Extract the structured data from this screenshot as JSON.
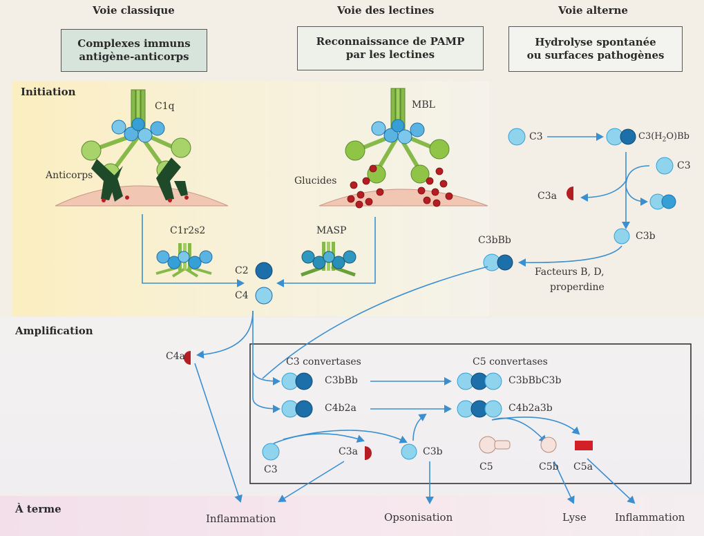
{
  "pathways": {
    "classique": {
      "title": "Voie classique",
      "box_line1": "Complexes immuns",
      "box_line2": "antigène-anticorps"
    },
    "lectines": {
      "title": "Voie des lectines",
      "box_line1": "Reconnaissance de PAMP",
      "box_line2": "par les lectines"
    },
    "alterne": {
      "title": "Voie alterne",
      "box_line1": "Hydrolyse spontanée",
      "box_line2": "ou surfaces pathogènes"
    }
  },
  "sections": {
    "initiation": "Initiation",
    "amplification": "Amplification",
    "terme": "À terme"
  },
  "labels": {
    "c1q": "C1q",
    "anticorps": "Anticorps",
    "mbl": "MBL",
    "glucides": "Glucides",
    "c1r2s2": "C1r2s2",
    "masp": "MASP",
    "c2": "C2",
    "c4": "C4",
    "c4a": "C4a",
    "c3_top": "C3",
    "c3h2o_prefix": "C3(H",
    "c3h2o_sub": "2",
    "c3h2o_suffix": "O)Bb",
    "c3_right": "C3",
    "c3a_right": "C3a",
    "c3b_right": "C3b",
    "c3bbb_top": "C3bBb",
    "facteurs_line1": "Facteurs B, D,",
    "facteurs_line2": "properdine",
    "c3_convertases": "C3 convertases",
    "c5_convertases": "C5 convertases",
    "c3bbb": "C3bBb",
    "c4b2a": "C4b2a",
    "c3bbbc3b": "C3bBbC3b",
    "c4b2a3b": "C4b2a3b",
    "c3_bottom": "C3",
    "c3a_bottom": "C3a",
    "c3b_bottom": "C3b",
    "c5": "C5",
    "c5b": "C5b",
    "c5a": "C5a"
  },
  "outcomes": {
    "inflammation1": "Inflammation",
    "opsonisation": "Opsonisation",
    "lyse": "Lyse",
    "inflammation2": "Inflammation"
  },
  "colors": {
    "arrow": "#3a8fd0",
    "molecule_light": "#8fd3ec",
    "molecule_mid": "#36a0d6",
    "molecule_dark": "#1c6fa8",
    "green": "#86b94a",
    "dark_green": "#1f4a2a",
    "red": "#b41d22",
    "membrane": "#f1c7b4",
    "box_fill": "#d7e4dc"
  }
}
